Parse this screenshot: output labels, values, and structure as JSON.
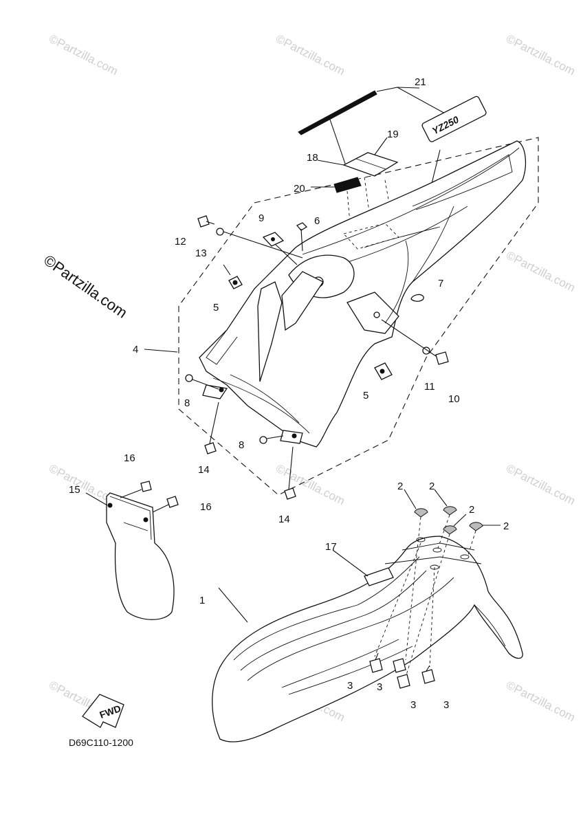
{
  "watermark": "©Partzilla.com",
  "brand_label": "©Partzilla.com",
  "diagram_code": "D69C110-1200",
  "fwd_label": "FWD",
  "decal_text": "YZ250",
  "callouts": {
    "c1": "1",
    "c2a": "2",
    "c2b": "2",
    "c2c": "2",
    "c2d": "2",
    "c3a": "3",
    "c3b": "3",
    "c3c": "3",
    "c3d": "3",
    "c4": "4",
    "c5a": "5",
    "c5b": "5",
    "c6": "6",
    "c7": "7",
    "c8a": "8",
    "c8b": "8",
    "c9": "9",
    "c10": "10",
    "c11": "11",
    "c12": "12",
    "c13": "13",
    "c14a": "14",
    "c14b": "14",
    "c15": "15",
    "c16a": "16",
    "c16b": "16",
    "c17": "17",
    "c18": "18",
    "c19": "19",
    "c20": "20",
    "c21": "21"
  }
}
